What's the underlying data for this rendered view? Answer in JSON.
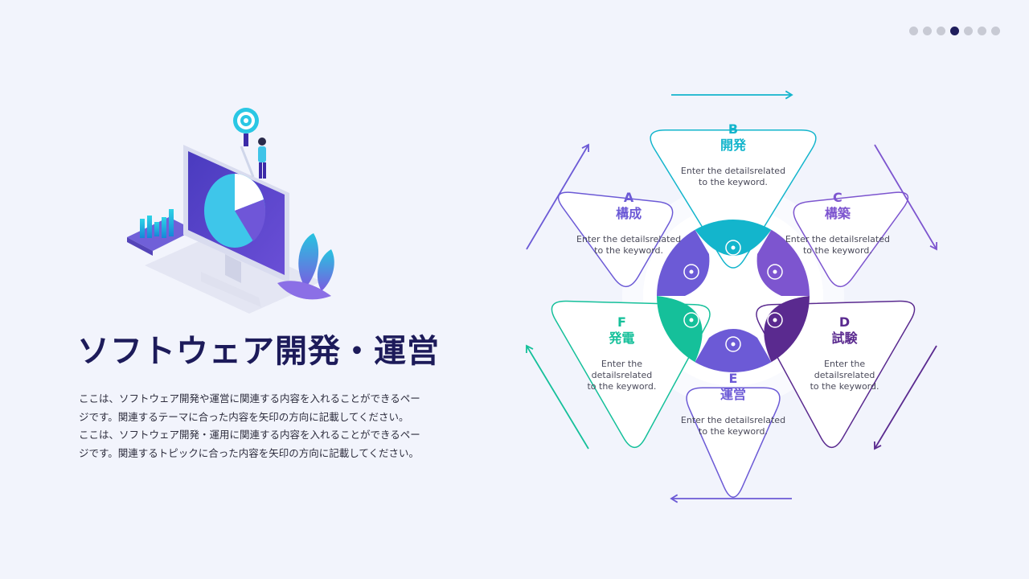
{
  "pager": {
    "count": 7,
    "active_index": 3
  },
  "title": "ソフトウェア開発・運営",
  "description": [
    "ここは、ソフトウェア開発や運営に関連する内容を入れることができるペー",
    "ジです。関連するテーマに合った内容を矢印の方向に記載してください。",
    "ここは、ソフトウェア開発・運用に関連する内容を入れることができるペー",
    "ジです。関連するトピックに合った内容を矢印の方向に記載してください。"
  ],
  "segments": [
    {
      "letter": "A",
      "name": "構成",
      "text": [
        "Enter the detailsrelated",
        "to the keyword."
      ],
      "color": "#6c5ad6",
      "icon": "org-chart-icon"
    },
    {
      "letter": "B",
      "name": "開発",
      "text": [
        "Enter the detailsrelated",
        "to the keyword."
      ],
      "color": "#13b5cc",
      "icon": "target-icon"
    },
    {
      "letter": "C",
      "name": "構築",
      "text": [
        "Enter the detailsrelated",
        "to the keyword."
      ],
      "color": "#7d55cf",
      "icon": "gear-icon"
    },
    {
      "letter": "D",
      "name": "試験",
      "text": [
        "Enter the",
        "detailsrelated",
        "to the keyword."
      ],
      "color": "#5a2a8f",
      "icon": "monitor-cursor-icon"
    },
    {
      "letter": "E",
      "name": "運営",
      "text": [
        "Enter the detailsrelated",
        "to the keyword."
      ],
      "color": "#6c5ad6",
      "icon": "antenna-icon"
    },
    {
      "letter": "F",
      "name": "発電",
      "text": [
        "Enter the",
        "detailsrelated",
        "to the keyword."
      ],
      "color": "#15c09a",
      "icon": "cloud-sync-icon"
    }
  ]
}
